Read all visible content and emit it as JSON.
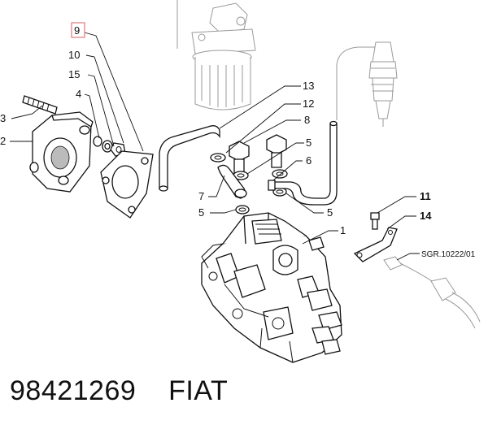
{
  "callouts": {
    "c1": "1",
    "c2": "2",
    "c3": "3",
    "c4": "4",
    "c5a": "5",
    "c5b": "5",
    "c5c": "5",
    "c6": "6",
    "c7": "7",
    "c8": "8",
    "c9": "9",
    "c10": "10",
    "c11": "11",
    "c12": "12",
    "c13": "13",
    "c14": "14",
    "c15": "15"
  },
  "reference": "SGR.10222/01",
  "footer": {
    "part_number": "98421269",
    "brand": "FIAT"
  },
  "colors": {
    "line": "#111111",
    "ghost": "#9a9a9a",
    "highlight_box": "#e07a7a"
  }
}
